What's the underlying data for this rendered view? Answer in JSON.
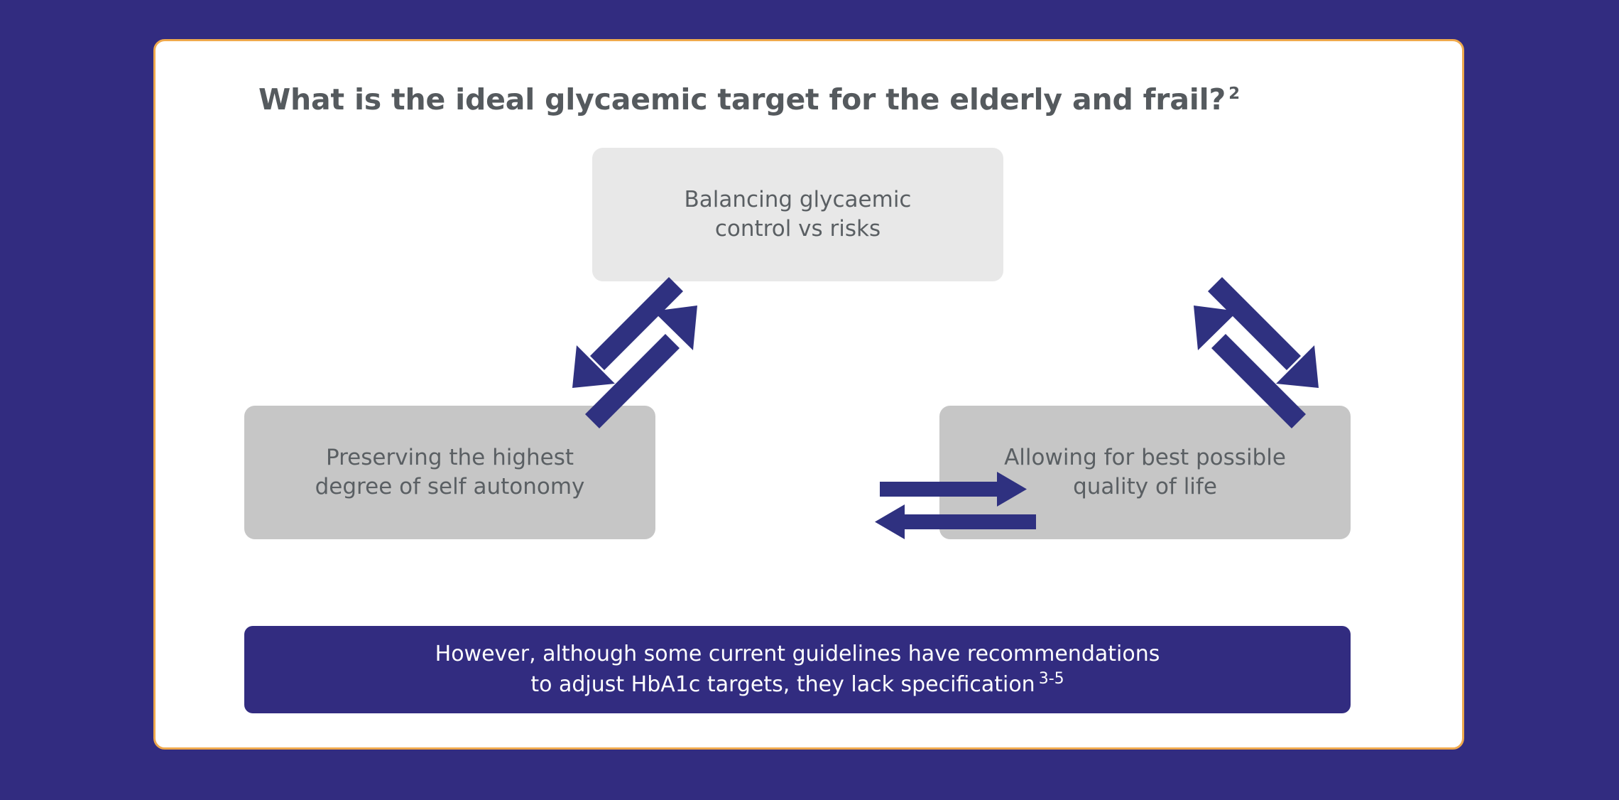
{
  "slide": {
    "background_color": "#322c80",
    "card_background": "#ffffff",
    "card_border_color": "#efa94d",
    "accent_color": "#322c80",
    "title": "What is the ideal glycaemic target for the elderly and frail?",
    "title_superscript": "2"
  },
  "boxes": {
    "top": {
      "line1": "Balancing glycaemic",
      "line2": "control vs risks",
      "fill_color": "#e8e8e8",
      "text_color": "#5a5f63"
    },
    "left": {
      "line1": "Preserving the highest",
      "line2": "degree of self autonomy",
      "fill_color": "#c6c6c6",
      "text_color": "#5a5f63"
    },
    "right": {
      "line1": "Allowing for best possible",
      "line2": "quality of life",
      "fill_color": "#c6c6c6",
      "text_color": "#5a5f63"
    }
  },
  "arrows": {
    "color": "#2f3180",
    "left_pair": {
      "up_right": "arrow-up-right",
      "down_left": "arrow-down-left"
    },
    "right_pair": {
      "up_left": "arrow-up-left",
      "down_right": "arrow-down-right"
    },
    "middle_pair": {
      "right": "arrow-right",
      "left": "arrow-left"
    }
  },
  "banner": {
    "line1": "However, although some current guidelines have recommendations",
    "line2": "to adjust HbA1c targets, they lack specification",
    "superscript": "3-5",
    "fill_color": "#322c80",
    "text_color": "#ffffff"
  }
}
